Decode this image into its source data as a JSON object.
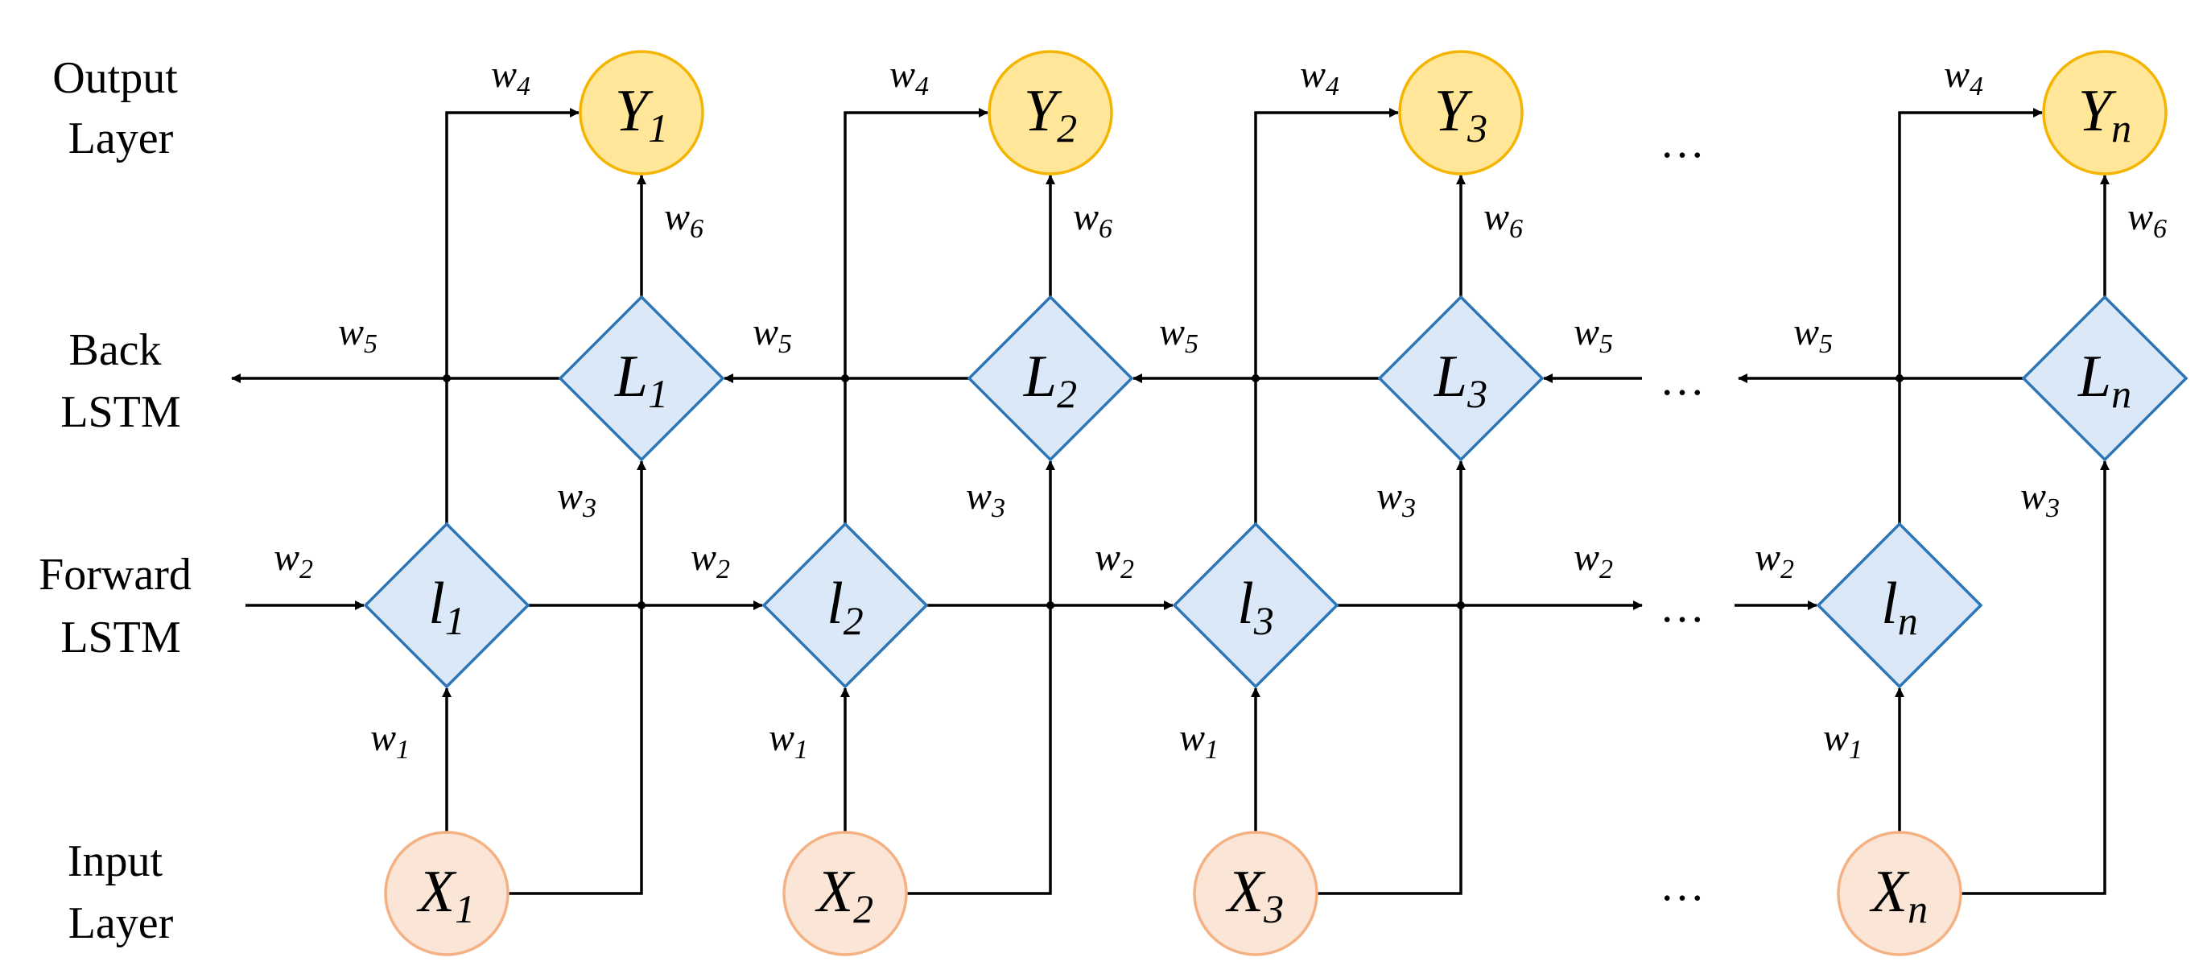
{
  "layers": {
    "output": "Output\nLayer",
    "back": "Back\nLSTM",
    "forward": "Forward\nLSTM",
    "input": "Input\nLayer"
  },
  "weights": {
    "w1": {
      "base": "w",
      "sub": "1"
    },
    "w2": {
      "base": "w",
      "sub": "2"
    },
    "w3": {
      "base": "w",
      "sub": "3"
    },
    "w4": {
      "base": "w",
      "sub": "4"
    },
    "w5": {
      "base": "w",
      "sub": "5"
    },
    "w6": {
      "base": "w",
      "sub": "6"
    }
  },
  "columns": [
    {
      "sub": "1"
    },
    {
      "sub": "2"
    },
    {
      "sub": "3"
    },
    {
      "sub": "n"
    }
  ],
  "node_letters": {
    "output": "Y",
    "back": "L",
    "forward": "l",
    "input": "X"
  },
  "ellipsis": "…",
  "colors": {
    "output_fill": "#ffe699",
    "output_stroke": "#f4b400",
    "lstm_fill": "#dae8f8",
    "lstm_stroke": "#2e75b6",
    "input_fill": "#fbe5d6",
    "input_stroke": "#f4b183"
  }
}
